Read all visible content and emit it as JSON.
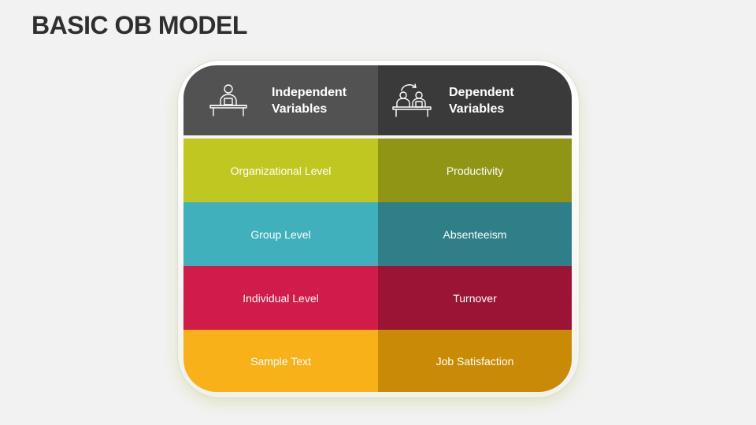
{
  "slide": {
    "title": "BASIC OB MODEL"
  },
  "headers": {
    "independent": {
      "line1": "Independent",
      "line2": "Variables",
      "icon": "person-at-desk-icon"
    },
    "dependent": {
      "line1": "Dependent",
      "line2": "Variables",
      "icon": "two-people-at-desk-icon"
    }
  },
  "rows": [
    {
      "independent": "Organizational Level",
      "dependent": "Productivity"
    },
    {
      "independent": "Group Level",
      "dependent": "Absenteeism"
    },
    {
      "independent": "Individual Level",
      "dependent": "Turnover"
    },
    {
      "independent": "Sample Text",
      "dependent": "Job Satisfaction"
    }
  ],
  "colors": {
    "header_left": "#525252",
    "header_right": "#3a3a3a",
    "row1": [
      "#c1c721",
      "#919516"
    ],
    "row2": [
      "#3fb0bc",
      "#2e7f87"
    ],
    "row3": [
      "#d11b4a",
      "#9b1435"
    ],
    "row4": [
      "#f9b11a",
      "#c98b06"
    ]
  }
}
